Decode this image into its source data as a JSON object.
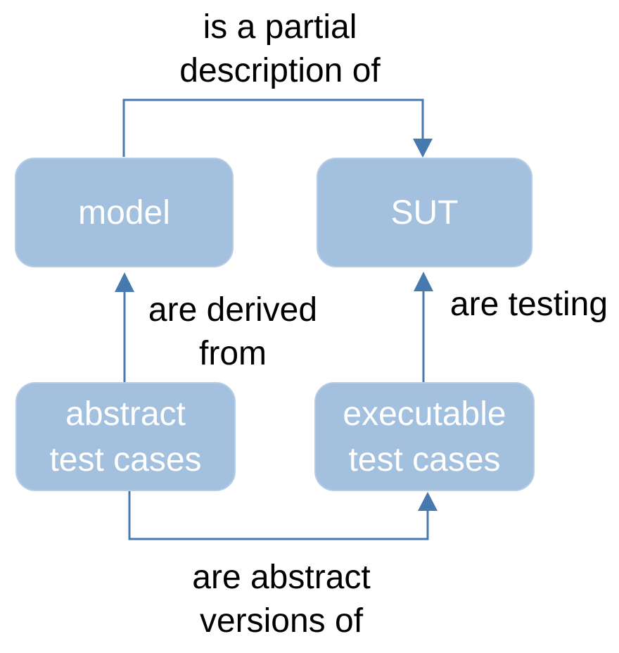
{
  "diagram": {
    "nodes": {
      "model": {
        "label": "model"
      },
      "sut": {
        "label": "SUT"
      },
      "abstract": {
        "label": "abstract\ntest cases"
      },
      "executable": {
        "label": "executable\ntest cases"
      }
    },
    "edges": {
      "model_to_sut": {
        "label": "is a partial\ndescription of"
      },
      "abstract_to_model": {
        "label": "are derived\nfrom"
      },
      "executable_to_sut": {
        "label": "are testing"
      },
      "abstract_to_executable": {
        "label": "are abstract\nversions of"
      }
    },
    "colors": {
      "node_fill": "#a3c1de",
      "node_border": "#b7cde6",
      "node_text": "#ffffff",
      "edge_color": "#4679ae",
      "label_text": "#000000",
      "background": "#ffffff"
    }
  }
}
